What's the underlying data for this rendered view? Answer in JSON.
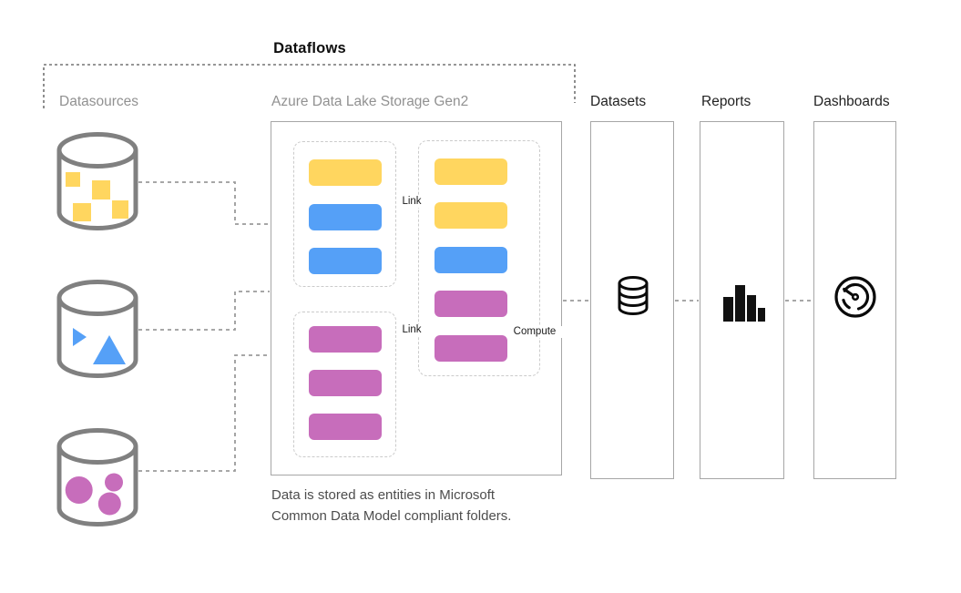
{
  "title": {
    "label": "Dataflows"
  },
  "columns": {
    "datasources": {
      "label": "Datasources"
    },
    "adls": {
      "label": "Azure Data Lake Storage Gen2"
    },
    "datasets": {
      "label": "Datasets"
    },
    "reports": {
      "label": "Reports"
    },
    "dashboards": {
      "label": "Dashboards"
    }
  },
  "datasources": [
    {
      "kind": "squares",
      "color": "yellow",
      "icon": "database-cylinder-icon"
    },
    {
      "kind": "triangles",
      "color": "blue",
      "icon": "database-cylinder-icon"
    },
    {
      "kind": "circles",
      "color": "magenta",
      "icon": "database-cylinder-icon"
    }
  ],
  "adls": {
    "source_folders": [
      {
        "entities": [
          "yellow",
          "blue",
          "blue"
        ]
      },
      {
        "entities": [
          "magenta",
          "magenta",
          "magenta"
        ]
      }
    ],
    "model_folder": {
      "entities": [
        "yellow",
        "yellow",
        "blue",
        "magenta",
        "magenta"
      ]
    },
    "annotations": {
      "link_top": "Link",
      "link_bottom": "Link",
      "compute": "Compute"
    },
    "caption": "Data is stored as entities in Microsoft Common Data Model compliant folders."
  },
  "icons": {
    "datasets": "database-stack-icon",
    "reports": "bar-chart-icon",
    "dashboards": "gauge-icon",
    "link": "chain-link-icon",
    "compute": "lightning-bolt-icon",
    "datasource": "database-cylinder-icon"
  },
  "colors": {
    "yellow": "#FFD65F",
    "blue": "#55A0F7",
    "magenta": "#C76DBB",
    "cylinder_stroke": "#808080",
    "box_border": "#A6A6A6",
    "folder_dashed_border": "#CBCBCB",
    "connector_dashed": "#9B9B9B",
    "bracket_dashed": "#737373",
    "muted_label": "#919191",
    "dark_label": "#222222",
    "caption_text": "#4D4D4D",
    "annotation_black": "#111111"
  }
}
